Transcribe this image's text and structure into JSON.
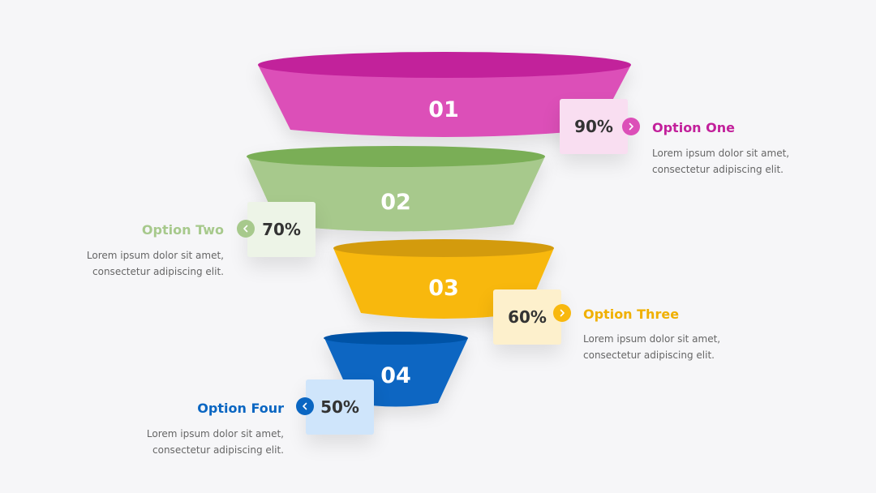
{
  "colors": {
    "pink": "#dc4fb8",
    "pink_dark": "#c2209b",
    "pink_box": "#f9def1",
    "green": "#a7c98c",
    "green_dark": "#7aae57",
    "green_box": "#edf4e7",
    "yellow": "#f8b80e",
    "yellow_dark": "#d39b08",
    "yellow_box": "#fdf0cc",
    "blue": "#0a66c2",
    "blue_dark": "#0052a6",
    "blue_box": "#cfe5fb",
    "text": "#333333",
    "desc": "#666666"
  },
  "segments": [
    {
      "number": "01",
      "percent": "90%",
      "title": "Option One",
      "desc_line1": "Lorem ipsum dolor sit amet,",
      "desc_line2": "consectetur adipiscing elit.",
      "arrow_icon": "chevron-right-icon"
    },
    {
      "number": "02",
      "percent": "70%",
      "title": "Option Two",
      "desc_line1": "Lorem ipsum dolor sit amet,",
      "desc_line2": "consectetur adipiscing elit.",
      "arrow_icon": "chevron-left-icon"
    },
    {
      "number": "03",
      "percent": "60%",
      "title": "Option Three",
      "desc_line1": "Lorem ipsum dolor sit amet,",
      "desc_line2": "consectetur adipiscing elit.",
      "arrow_icon": "chevron-right-icon"
    },
    {
      "number": "04",
      "percent": "50%",
      "title": "Option Four",
      "desc_line1": "Lorem ipsum dolor sit amet,",
      "desc_line2": "consectetur adipiscing elit.",
      "arrow_icon": "chevron-left-icon"
    }
  ]
}
